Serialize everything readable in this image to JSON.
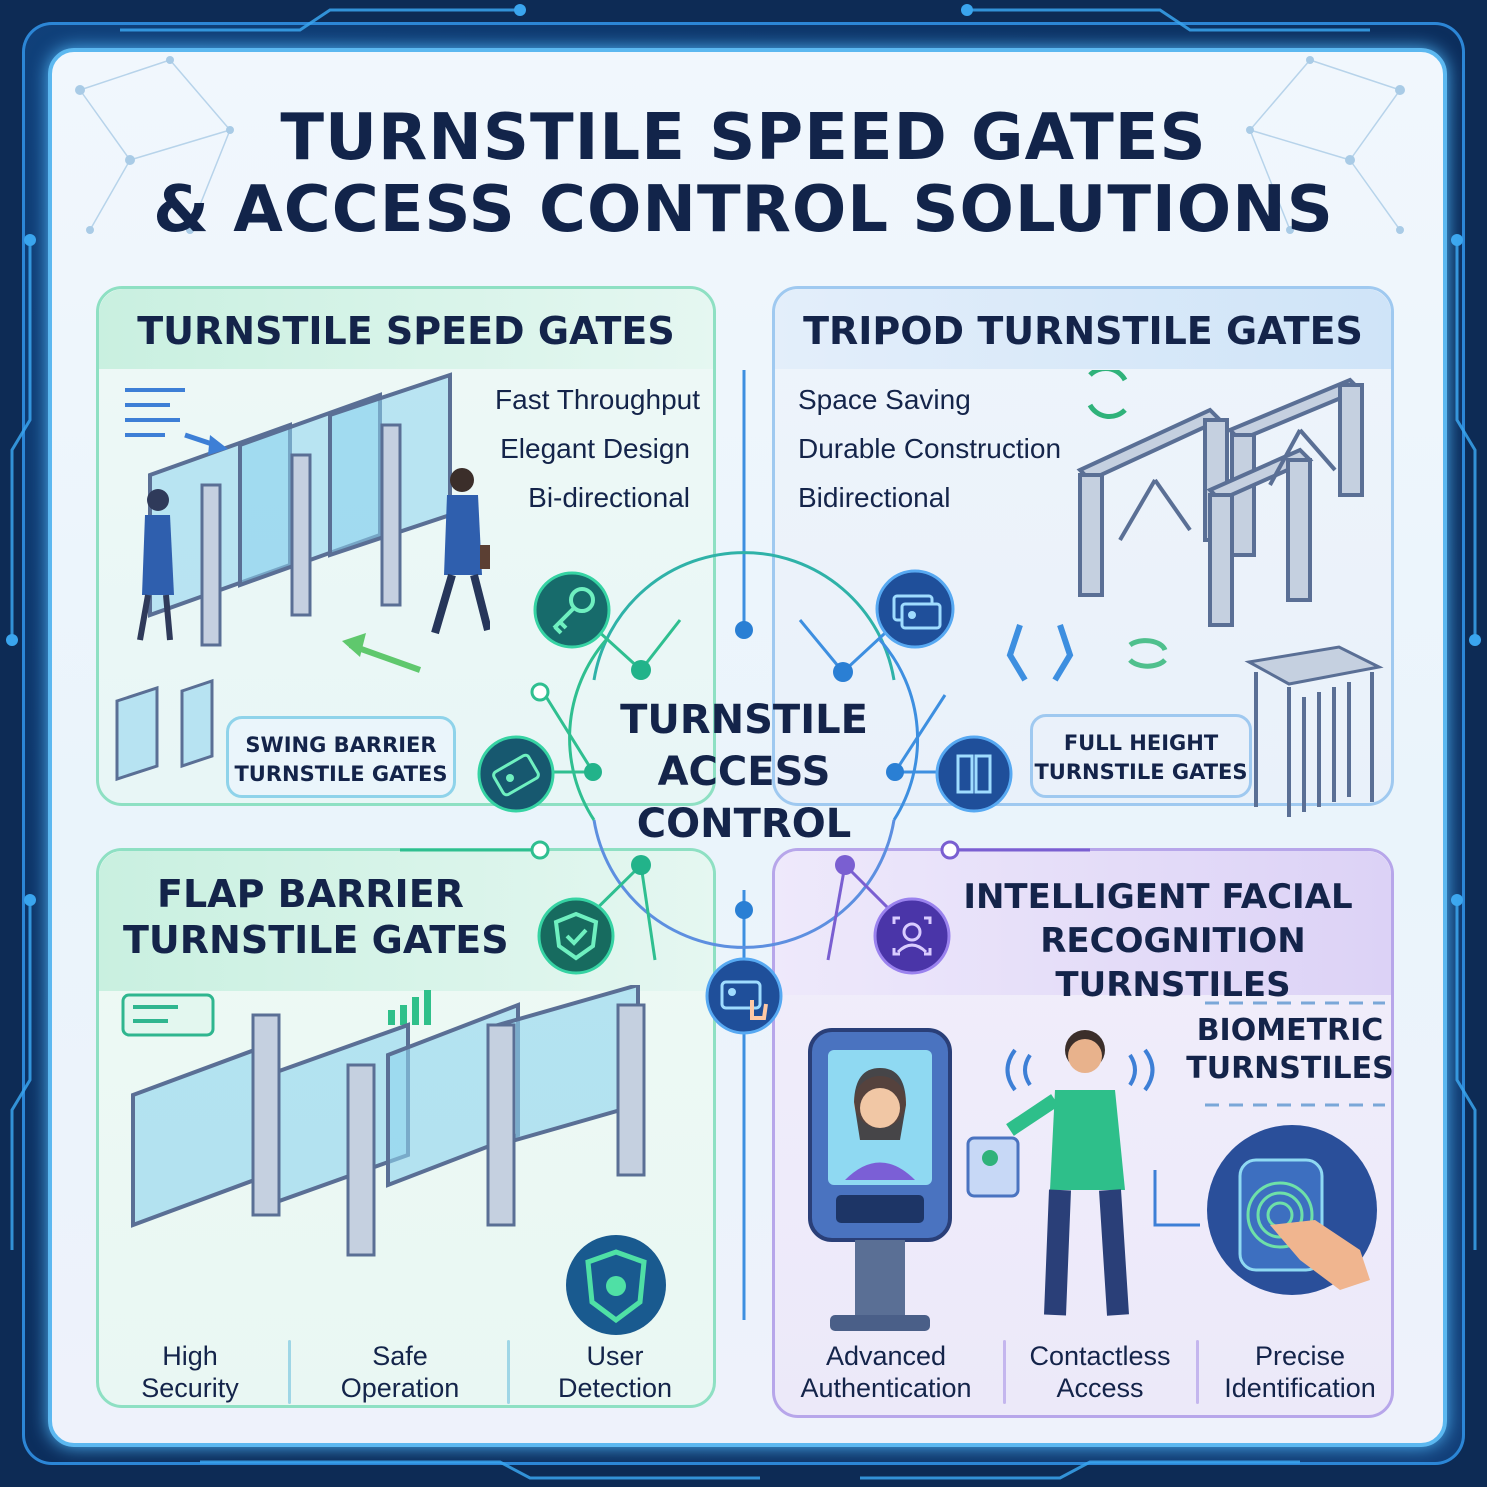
{
  "title": {
    "line1": "TURNSTILE SPEED GATES",
    "line2": "& ACCESS CONTROL SOLUTIONS"
  },
  "hub": {
    "line1": "TURNSTILE",
    "line2": "ACCESS",
    "line3": "CONTROL"
  },
  "speed_gates": {
    "heading": "TURNSTILE SPEED GATES",
    "features": [
      "Fast Throughput",
      "Elegant Design",
      "Bi-directional"
    ],
    "sub_caption_line1": "SWING BARRIER",
    "sub_caption_line2": "TURNSTILE GATES"
  },
  "tripod_gates": {
    "heading": "TRIPOD TURNSTILE GATES",
    "features": [
      "Space Saving",
      "Durable Construction",
      "Bidirectional"
    ],
    "sub_caption_line1": "FULL HEIGHT",
    "sub_caption_line2": "TURNSTILE GATES"
  },
  "flap_barrier": {
    "heading_line1": "FLAP BARRIER",
    "heading_line2": "TURNSTILE GATES",
    "features": [
      {
        "line1": "High",
        "line2": "Security"
      },
      {
        "line1": "Safe",
        "line2": "Operation"
      },
      {
        "line1": "User",
        "line2": "Detection"
      }
    ]
  },
  "facial": {
    "heading_line1": "INTELLIGENT FACIAL",
    "heading_line2": "RECOGNITION TURNSTILES",
    "biometric_line1": "BIOMETRIC",
    "biometric_line2": "TURNSTILES",
    "features": [
      {
        "line1": "Advanced",
        "line2": "Authentication"
      },
      {
        "line1": "Contactless",
        "line2": "Access"
      },
      {
        "line1": "Precise",
        "line2": "Identification"
      }
    ]
  },
  "icons": [
    "key-icon",
    "id-card-icon",
    "access-card-icon",
    "server-rack-icon",
    "shield-check-icon",
    "face-scan-icon",
    "badge-hand-icon",
    "shield-dot-icon",
    "fingerprint-icon",
    "sync-arrows-icon"
  ],
  "colors": {
    "navy": "#12244a",
    "teal": "#1ea68f",
    "blue": "#2a7fd4",
    "purple": "#7a5fd1",
    "green_panel": "#d6f4ea",
    "blue_panel": "#d8eafa",
    "purple_panel": "#e6def8"
  }
}
